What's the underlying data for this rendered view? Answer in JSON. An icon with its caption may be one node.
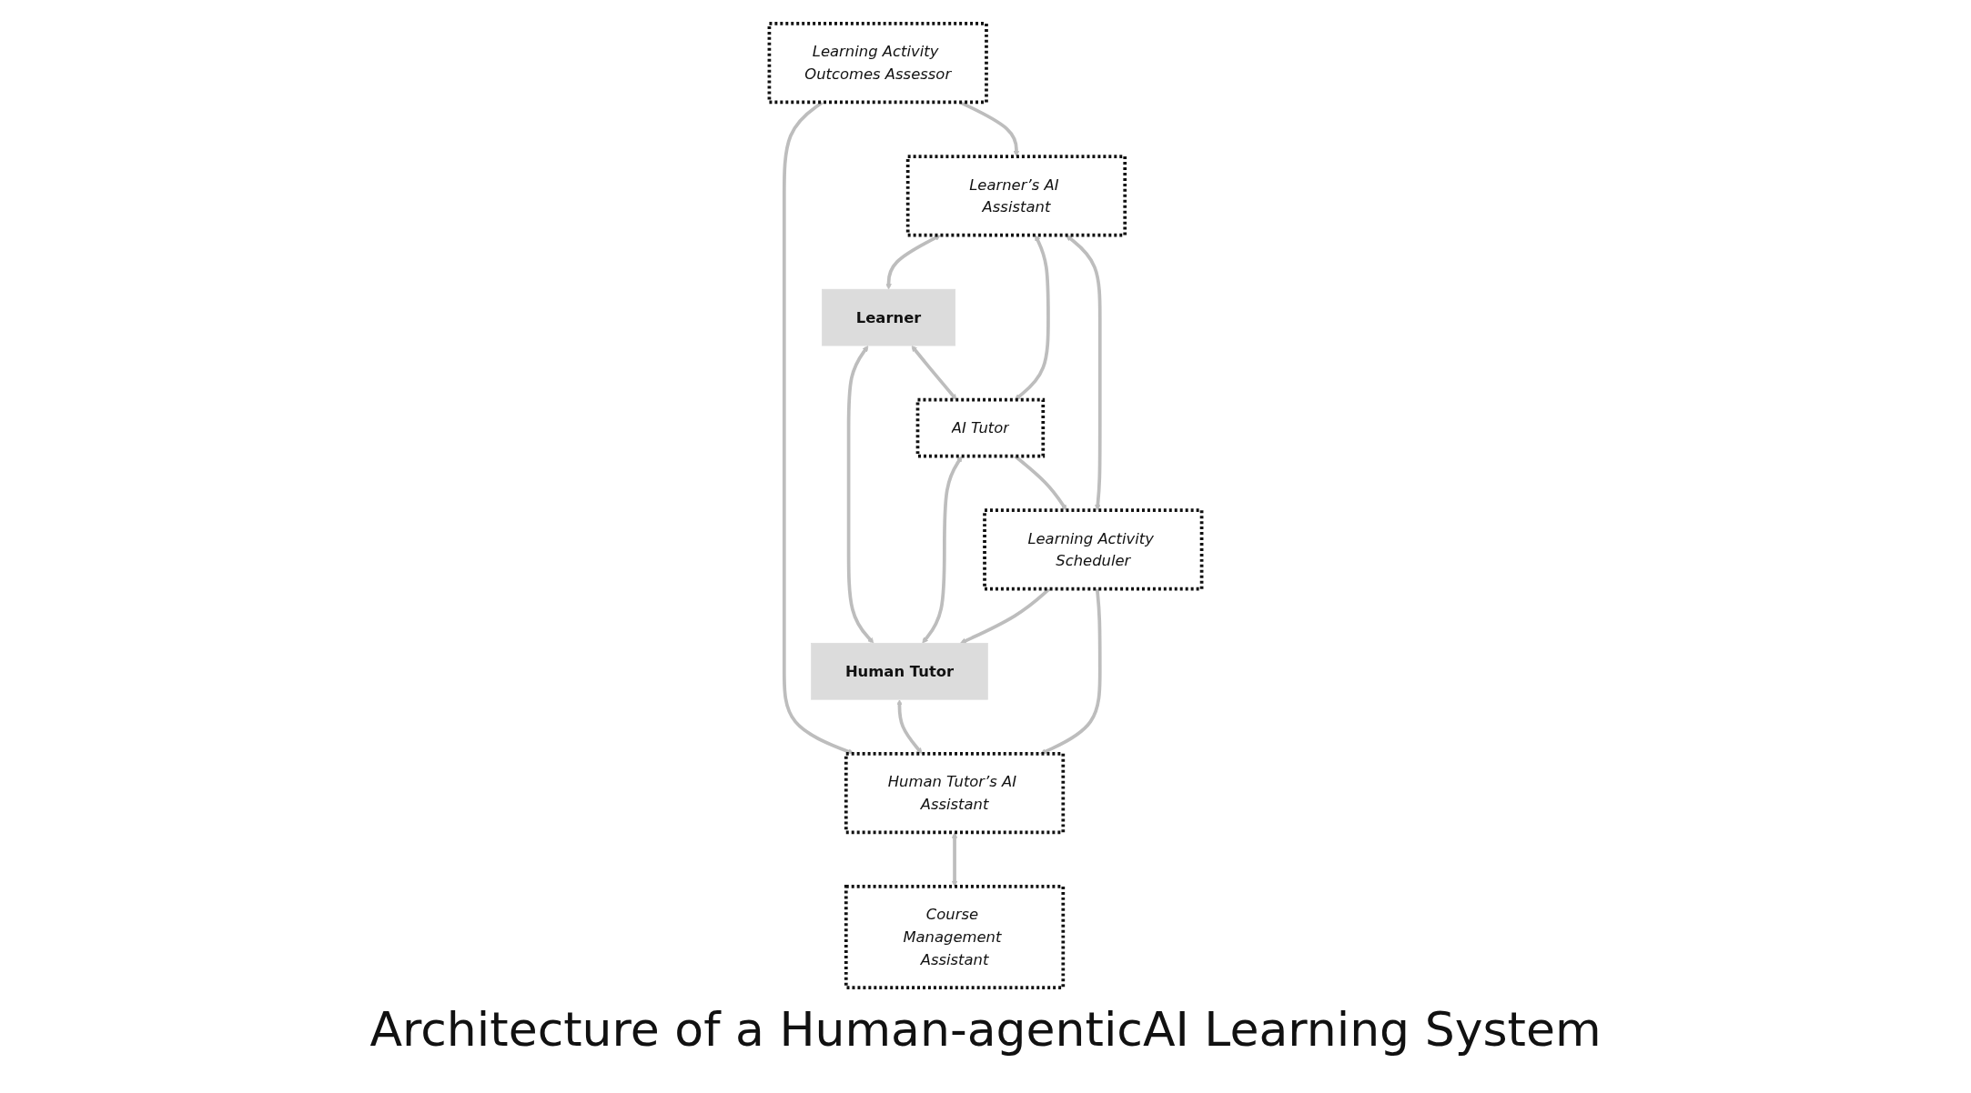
{
  "diagram": {
    "caption": "Architecture of a Human-agenticAI Learning System",
    "nodes": [
      {
        "text": [
          "Learning Activity Outcomes Assessor"
        ]
      },
      {
        "text": [
          "Learner’s AI Assistant"
        ]
      },
      {
        "text": [
          "Learner"
        ]
      },
      {
        "text": [
          "Human Tutor"
        ]
      },
      {
        "text": [
          "Human Tutor’s AI Assistant"
        ]
      },
      {
        "text": [
          "AI Tutor"
        ]
      },
      {
        "text": [
          "Learning Activity Scheduler"
        ]
      },
      {
        "text": [
          "Course Management Assistant"
        ]
      }
    ],
    "edges": [
      {
        "from": 0,
        "to": 1,
        "arrow": "to"
      },
      {
        "from": 0,
        "to": 4,
        "arrow": "to"
      },
      {
        "from": 1,
        "to": 2,
        "arrow": "both"
      },
      {
        "from": 2,
        "to": 3,
        "arrow": "both"
      },
      {
        "from": 3,
        "to": 4,
        "arrow": "both"
      },
      {
        "from": 2,
        "to": 5,
        "arrow": "both"
      },
      {
        "from": 5,
        "to": 3,
        "arrow": "both"
      },
      {
        "from": 6,
        "to": 3,
        "arrow": "to"
      },
      {
        "from": 6,
        "to": 4,
        "arrow": "to"
      },
      {
        "from": 1,
        "to": 5,
        "arrow": "both"
      },
      {
        "from": 5,
        "to": 6,
        "arrow": "to"
      },
      {
        "from": 4,
        "to": 7,
        "arrow": "both"
      },
      {
        "from": 1,
        "to": 6,
        "arrow": "both"
      }
    ]
  }
}
